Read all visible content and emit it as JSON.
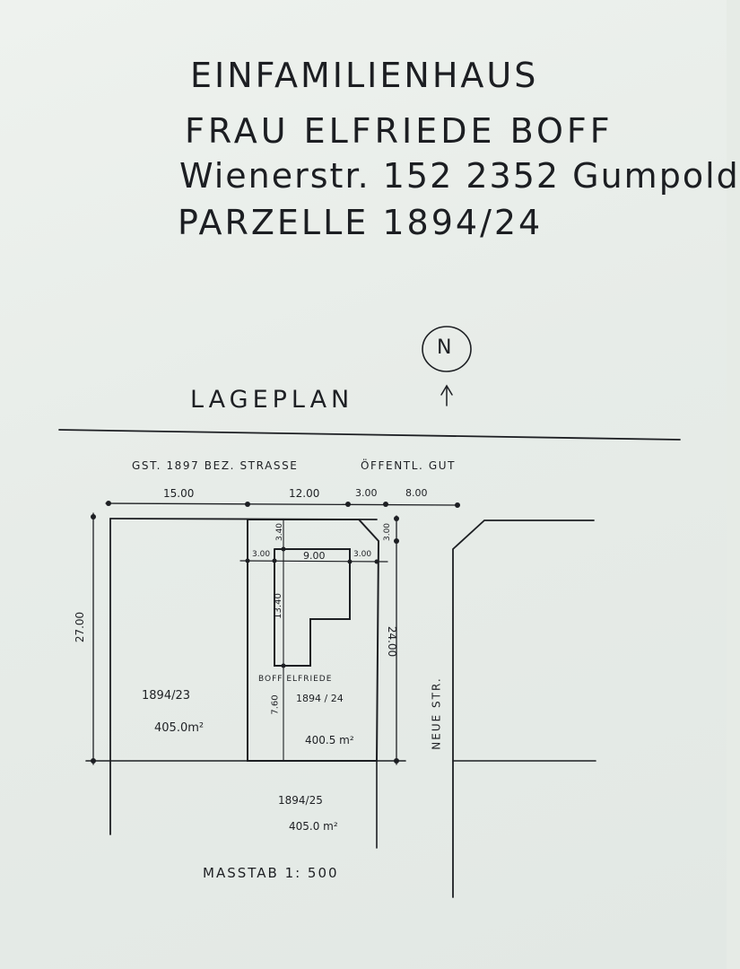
{
  "header": {
    "line1": "EINFAMILIENHAUS",
    "line2": "FRAU ELFRIEDE BOFF",
    "line3": "Wienerstr. 152   2352 Gumpold",
    "line4": "PARZELLE  1894/24"
  },
  "north_arrow": {
    "label": "N"
  },
  "plan": {
    "title": "LAGEPLAN",
    "street_top": "GST. 1897  BEZ. STRASSE",
    "street_top_right": "ÖFFENTL. GUT",
    "street_right": "NEUE STR.",
    "dimensions": {
      "left_width": "15.00",
      "plot_width": "12.00",
      "setback_right": "3.00",
      "street_width": "8.00",
      "left_height": "27.00",
      "plot_depth": "24.00",
      "corner_top": "3.00",
      "house_front_setback": "3.40",
      "house_left_setback": "3.00",
      "house_width": "9.00",
      "house_right_setback": "3.00",
      "house_depth": "13.40",
      "rear_setback": "7.60"
    },
    "parcels": {
      "left_number": "1894/23",
      "left_area": "405.0m²",
      "center_owner": "BOFF  ELFRIEDE",
      "center_number": "1894 / 24",
      "center_area": "400.5 m²",
      "bottom_number": "1894/25",
      "bottom_area": "405.0 m²"
    },
    "scale": "MASSTAB  1: 500"
  }
}
